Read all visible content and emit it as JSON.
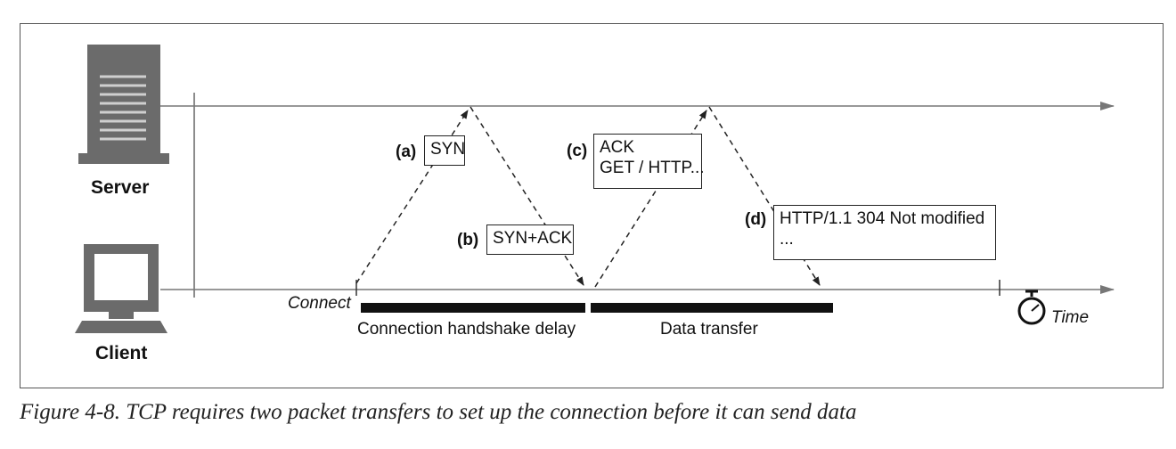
{
  "nodes": {
    "server_label": "Server",
    "client_label": "Client"
  },
  "packets": {
    "a": {
      "tag": "(a)",
      "lines": [
        "SYN"
      ]
    },
    "b": {
      "tag": "(b)",
      "lines": [
        "SYN+ACK"
      ]
    },
    "c": {
      "tag": "(c)",
      "lines": [
        "ACK",
        "GET / HTTP..."
      ]
    },
    "d": {
      "tag": "(d)",
      "lines": [
        "HTTP/1.1 304 Not modified",
        "..."
      ]
    }
  },
  "timeline": {
    "connect_label": "Connect",
    "handshake_label": "Connection handshake delay",
    "transfer_label": "Data transfer",
    "time_label": "Time"
  },
  "icons": [
    "server-icon",
    "client-computer-icon",
    "stopwatch-icon"
  ],
  "caption": "Figure 4-8. TCP requires two packet transfers to set up the connection before it can send data"
}
